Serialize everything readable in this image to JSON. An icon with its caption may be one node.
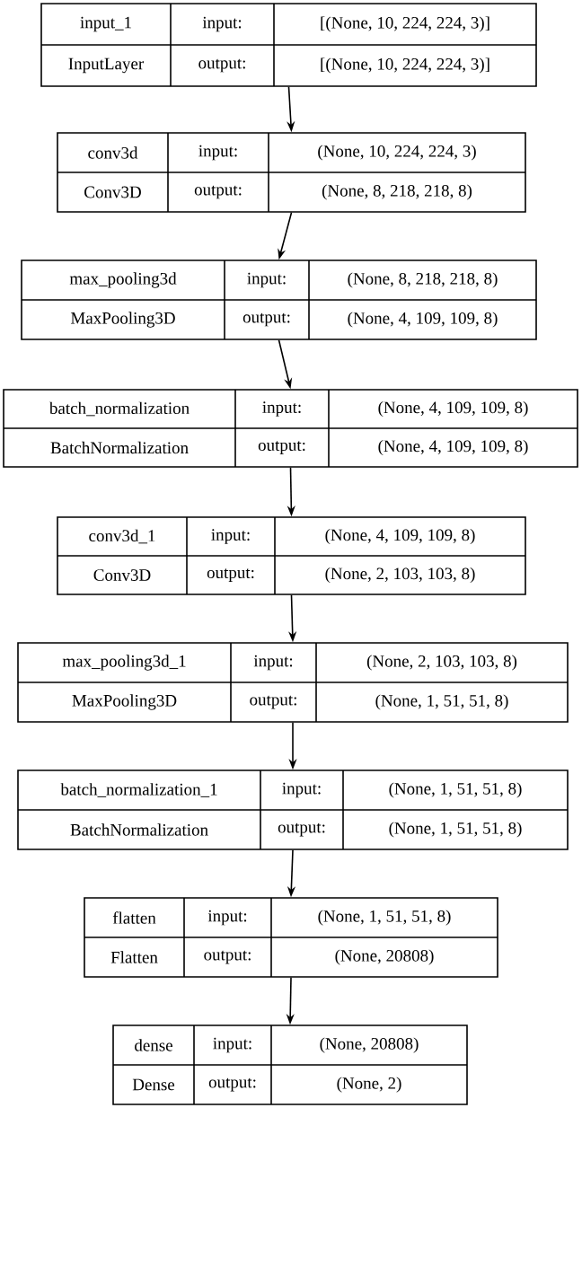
{
  "diagram": {
    "nodes": [
      {
        "text": [
          "input_1",
          "input:",
          "[(None, 10, 224, 224, 3)]",
          "InputLayer",
          "output:",
          "[(None, 10, 224, 224, 3)]"
        ]
      },
      {
        "text": [
          "conv3d",
          "input:",
          "(None, 10, 224, 224, 3)",
          "Conv3D",
          "output:",
          "(None, 8, 218, 218, 8)"
        ]
      },
      {
        "text": [
          "max_pooling3d",
          "input:",
          "(None, 8, 218, 218, 8)",
          "MaxPooling3D",
          "output:",
          "(None, 4, 109, 109, 8)"
        ]
      },
      {
        "text": [
          "batch_normalization",
          "input:",
          "(None, 4, 109, 109, 8)",
          "BatchNormalization",
          "output:",
          "(None, 4, 109, 109, 8)"
        ]
      },
      {
        "text": [
          "conv3d_1",
          "input:",
          "(None, 4, 109, 109, 8)",
          "Conv3D",
          "output:",
          "(None, 2, 103, 103, 8)"
        ]
      },
      {
        "text": [
          "max_pooling3d_1",
          "input:",
          "(None, 2, 103, 103, 8)",
          "MaxPooling3D",
          "output:",
          "(None, 1, 51, 51, 8)"
        ]
      },
      {
        "text": [
          "batch_normalization_1",
          "input:",
          "(None, 1, 51, 51, 8)",
          "BatchNormalization",
          "output:",
          "(None, 1, 51, 51, 8)"
        ]
      },
      {
        "text": [
          "flatten",
          "input:",
          "(None, 1, 51, 51, 8)",
          "Flatten",
          "output:",
          "(None, 20808)"
        ]
      },
      {
        "text": [
          "dense",
          "input:",
          "(None, 20808)",
          "Dense",
          "output:",
          "(None, 2)"
        ]
      }
    ],
    "edges": [
      {
        "from": 0,
        "to": 1,
        "arrow": "to"
      },
      {
        "from": 1,
        "to": 2,
        "arrow": "to"
      },
      {
        "from": 2,
        "to": 3,
        "arrow": "to"
      },
      {
        "from": 3,
        "to": 4,
        "arrow": "to"
      },
      {
        "from": 4,
        "to": 5,
        "arrow": "to"
      },
      {
        "from": 5,
        "to": 6,
        "arrow": "to"
      },
      {
        "from": 6,
        "to": 7,
        "arrow": "to"
      },
      {
        "from": 7,
        "to": 8,
        "arrow": "to"
      }
    ]
  }
}
